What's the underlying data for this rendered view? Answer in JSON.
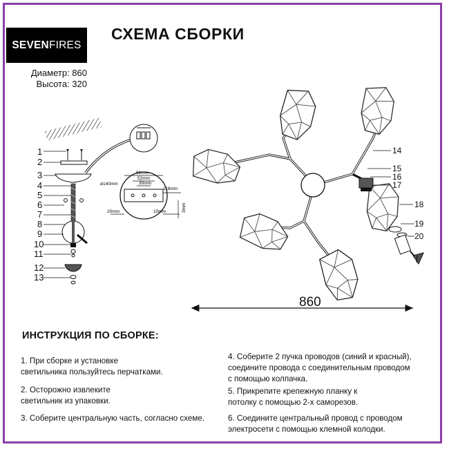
{
  "brand": {
    "logo_text_bold": "SEVEN",
    "logo_text_light": "FIRES"
  },
  "title": "СХЕМА СБОРКИ",
  "specs": {
    "diameter": "Диаметр: 860",
    "height": "Высота: 320"
  },
  "diagram": {
    "width_label": "860",
    "detail_labels": {
      "w1": "91mm",
      "w2": "52mm",
      "w3": "30mm",
      "w4": "118mm",
      "d": "ø140mm",
      "a": "20mm",
      "b": "10mm",
      "c": "3mm"
    },
    "part_numbers": [
      "1",
      "2",
      "3",
      "4",
      "5",
      "6",
      "7",
      "8",
      "9",
      "10",
      "11",
      "12",
      "13"
    ],
    "arm_numbers": [
      "14",
      "15",
      "16",
      "17",
      "18",
      "19",
      "20"
    ]
  },
  "instructions": {
    "heading": "ИНСТРУКЦИЯ ПО СБОРКЕ:",
    "steps": [
      {
        "line1": "1. При сборке и установке",
        "line2": "светильника пользуйтесь перчатками."
      },
      {
        "line1": "2. Осторожно извлеките",
        "line2": "светильник из упаковки."
      },
      {
        "line1": "3. Соберите центральную часть, согласно схеме.",
        "line2": ""
      },
      {
        "line1": "4. Соберите 2 пучка проводов (синий и красный),",
        "line2": "соедините провода с соединительным проводом",
        "line3": "с помощью колпачка."
      },
      {
        "line1": "5. Прикрепите крепежную планку к",
        "line2": "потолку с помощью 2-х саморезов."
      },
      {
        "line1": "6. Соедините центральный провод с проводом",
        "line2": "электросети с помощью клемной колодки."
      }
    ]
  },
  "colors": {
    "frame": "#8a3ea8",
    "logo_bg": "#000000"
  }
}
